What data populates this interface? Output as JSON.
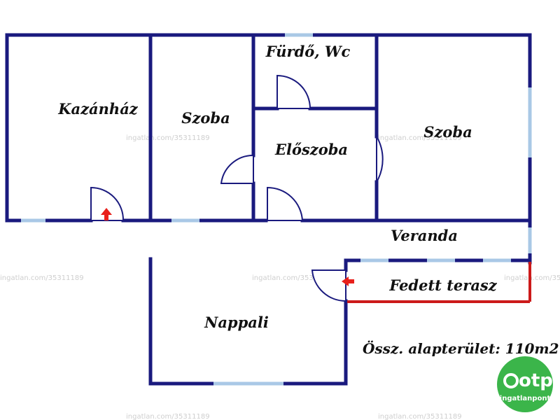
{
  "rooms": {
    "kazanhaz": "Kazánház",
    "szoba_left": "Szoba",
    "furdo": "Fürdő, Wc",
    "eloszoba": "Előszoba",
    "szoba_right": "Szoba",
    "veranda": "Veranda",
    "fedett_terasz": "Fedett terasz",
    "nappali": "Nappali"
  },
  "total_area": "Össz. alapterület: 110m2",
  "watermark": "ingatlan.com/35311189",
  "logo": {
    "brand": "otp",
    "sub": "ingatlanpont",
    "color": "#3bb54a"
  },
  "colors": {
    "wall": "#1a1a7e",
    "window": "#a9c8e6",
    "terrace_wall": "#cc1a1a",
    "entrance_arrow": "#e8201c"
  }
}
